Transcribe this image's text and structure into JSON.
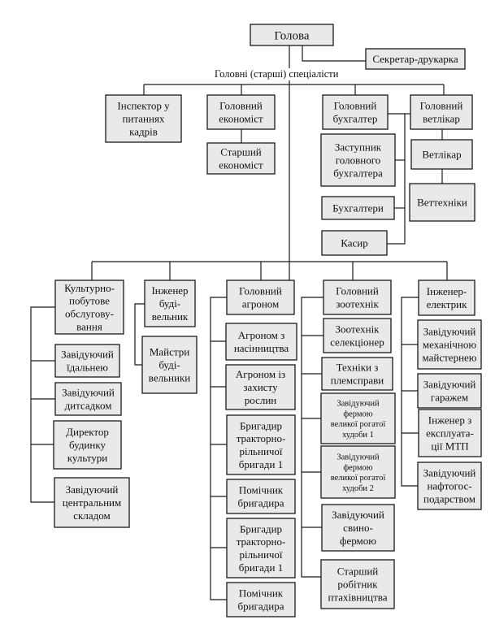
{
  "section_heading": "Головні (старші) спеціалісти",
  "nodes": {
    "head": "Голова",
    "secretary": "Секретар-друкарка",
    "hr_inspector": "Інспектор у питаннях кадрів",
    "chief_economist": "Головний економіст",
    "senior_economist": "Старший економіст",
    "chief_accountant": "Головний бухгалтер",
    "deputy_accountant": "Заступник головного бухгалтера",
    "accountants": "Бухгалтери",
    "cashier": "Касир",
    "chief_vet": "Головний ветлікар",
    "vet": "Ветлікар",
    "vet_techs": "Веттехніки",
    "cultural": "Культурно-побутове обслугову-вання",
    "canteen": "Завідуючий їдальнею",
    "kindergarten": "Завідуючий дитсадком",
    "culture_house": "Директор будинку культури",
    "warehouse": "Завідуючий центральним складом",
    "build_engineer": "Інженер буді-вельник",
    "build_foremen": "Майстри буді-вельники",
    "chief_agronomist": "Головний агроном",
    "agro_seed": "Агроном з насінництва",
    "agro_protect": "Агроном із захисту рослин",
    "brigadier1": "Бригадир тракторно-рільничої бригади 1",
    "assistant1": "Помічник бригадира",
    "brigadier2": "Бригадир тракторно-рільничої бригади 1",
    "assistant2": "Помічник бригадира",
    "chief_zoo": "Головний зоотехнік",
    "zoo_select": "Зоотехнік селекціонер",
    "breeding_tech": "Техніки з племсправи",
    "farm1": "Завідуючий фермою великої рогатої худоби 1",
    "farm2": "Завідуючий фермою великої рогатої худоби 2",
    "pig_farm": "Завідуючий свино-фермою",
    "poultry": "Старший робітник птахівництва",
    "electrical": "Інженер-електрик",
    "workshop": "Завідуючий механічною майстернею",
    "garage": "Завідуючий гаражем",
    "mtp_engineer": "Інженер з експлуата-ції МТП",
    "oil": "Завідуючий нафтогос-подарством"
  },
  "colors": {
    "box_fill": "#e9e9e9",
    "line": "#1a1a1a",
    "background": "#ffffff"
  }
}
